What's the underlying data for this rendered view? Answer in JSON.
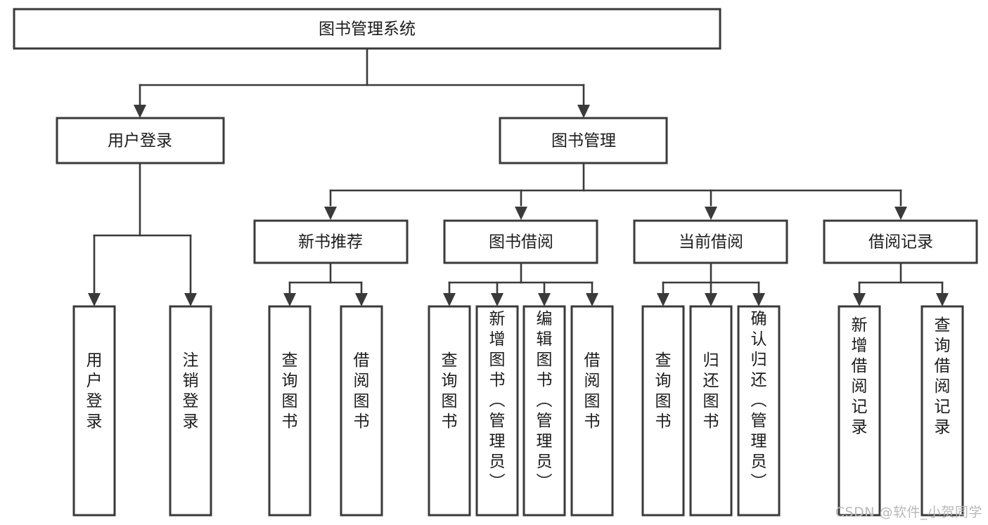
{
  "diagram": {
    "type": "tree-hierarchy-chart",
    "title": "图书管理系统",
    "watermark": "CSDN @软件_小贺同学",
    "colors": {
      "stroke": "#3a3a3a",
      "fill": "#ffffff",
      "text": "#1c1c1c",
      "watermark": "#b9b9b9"
    },
    "levels": {
      "root": {
        "label": "图书管理系统"
      },
      "level2": [
        {
          "label": "用户登录"
        },
        {
          "label": "图书管理"
        }
      ],
      "level3": [
        {
          "label": "新书推荐"
        },
        {
          "label": "图书借阅"
        },
        {
          "label": "当前借阅"
        },
        {
          "label": "借阅记录"
        }
      ]
    },
    "nodes": {
      "root": "图书管理系统",
      "user_login": "用户登录",
      "book_manage": "图书管理",
      "new_book_rec": "新书推荐",
      "book_borrow": "图书借阅",
      "current_borrow": "当前借阅",
      "borrow_record": "借阅记录"
    },
    "leaves": {
      "user_login": [
        "用户登录",
        "注销登录"
      ],
      "new_book_rec": [
        "查询图书",
        "借阅图书"
      ],
      "book_borrow": [
        "查询图书",
        "新增图书（管理员）",
        "编辑图书（管理员）",
        "借阅图书"
      ],
      "current_borrow": [
        "查询图书",
        "归还图书",
        "确认归还（管理员）"
      ],
      "borrow_record": [
        "新增借阅记录",
        "查询借阅记录"
      ]
    }
  }
}
